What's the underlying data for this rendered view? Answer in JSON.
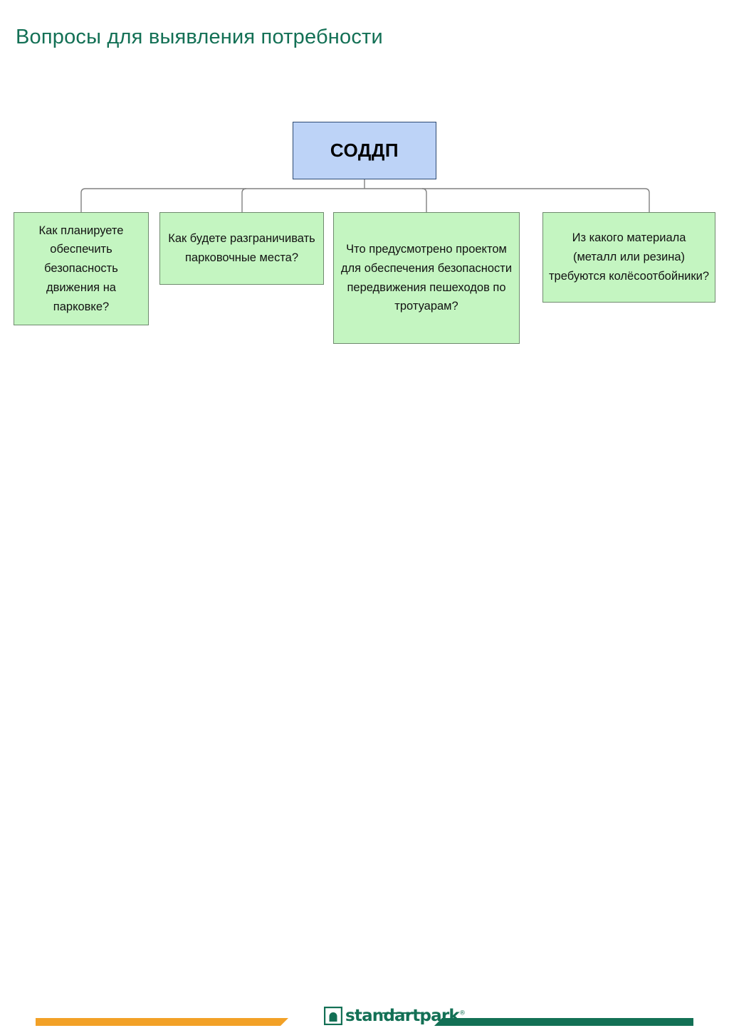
{
  "slide": {
    "title": "Вопросы для выявления потребности",
    "title_color": "#137055",
    "background": "#ffffff"
  },
  "diagram": {
    "type": "org-tree",
    "root": {
      "label": "СОДДП",
      "fill": "#bdd3f7",
      "border": "#2d4a72"
    },
    "connector_color": "#808080",
    "leaf_fill": "#c4f5c1",
    "leaf_border": "#6f8a6e",
    "leaves": [
      {
        "label": "Как планируете обеспечить безопасность движения на парковке?"
      },
      {
        "label": "Как будете разграничивать парковочные места?"
      },
      {
        "label": "Что предусмотрено проектом для обеспечения безопасности передвижения пешеходов по тротуарам?"
      },
      {
        "label": "Из какого материала (металл или резина) требуются колёсоотбойники?"
      }
    ]
  },
  "footer": {
    "logo_text": "standartpark",
    "logo_registered": "®",
    "bar_left_color": "#f2a127",
    "bar_right_color": "#137055",
    "logo_color": "#137055"
  }
}
